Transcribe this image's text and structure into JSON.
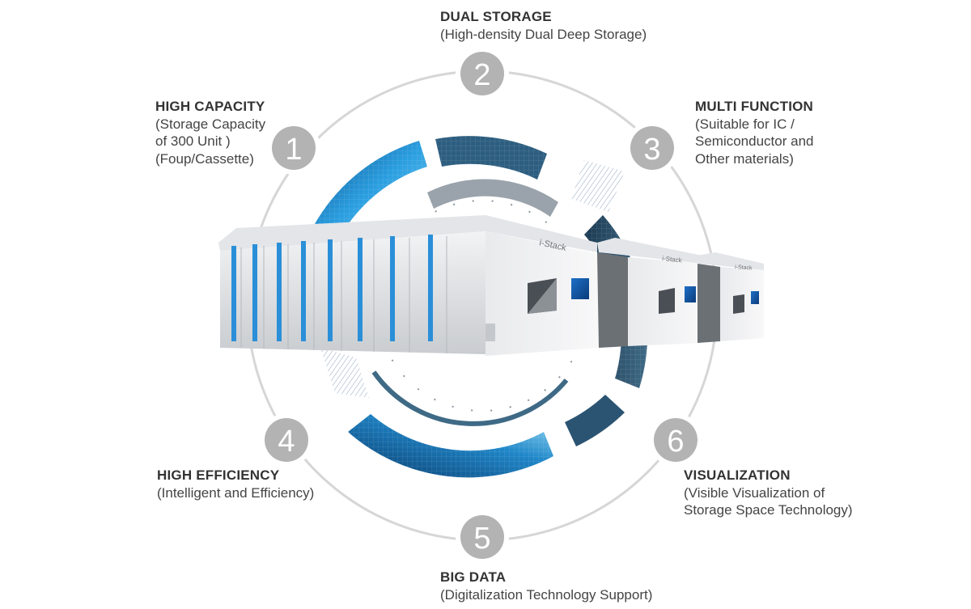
{
  "features": [
    {
      "number": "1",
      "title": "HIGH CAPACITY",
      "desc": "(Storage Capacity\nof 300 Unit )\n(Foup/Cassette)"
    },
    {
      "number": "2",
      "title": "DUAL STORAGE",
      "desc": "(High-density Dual Deep Storage)"
    },
    {
      "number": "3",
      "title": "MULTI FUNCTION",
      "desc": "(Suitable for IC /\nSemiconductor and\nOther materials)"
    },
    {
      "number": "4",
      "title": "HIGH EFFICIENCY",
      "desc": "(Intelligent and Efficiency)"
    },
    {
      "number": "5",
      "title": "BIG DATA",
      "desc": "(Digitalization Technology Support)"
    },
    {
      "number": "6",
      "title": "VISUALIZATION",
      "desc": "(Visible Visualization of\nStorage Space Technology)"
    }
  ],
  "machine": {
    "brand": "i-Stack"
  },
  "colors": {
    "badge": "#b3b3b3",
    "ring": "#d4d4d4",
    "accent_blue": "#2a8fd8",
    "dark_teal": "#2b4f66"
  }
}
